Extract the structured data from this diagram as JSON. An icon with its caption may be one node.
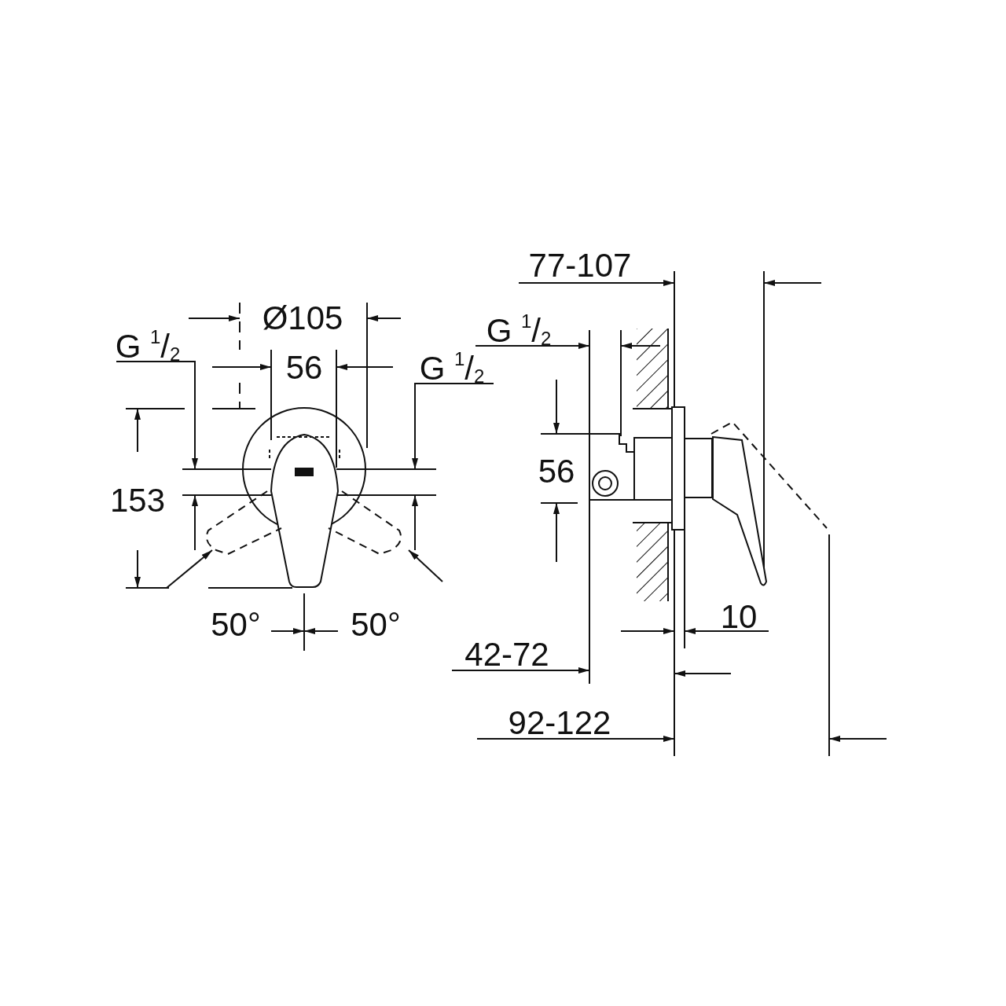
{
  "diagram": {
    "labels": [
      "77-107",
      "Ø105",
      "G $^{1}$/$_{2}$",
      "G $^{1}$/$_{2}$",
      "56",
      "G $^{1}$/$_{2}$",
      "153",
      "56",
      "10",
      "50°",
      "50°",
      "42-72",
      "92-122"
    ]
  }
}
